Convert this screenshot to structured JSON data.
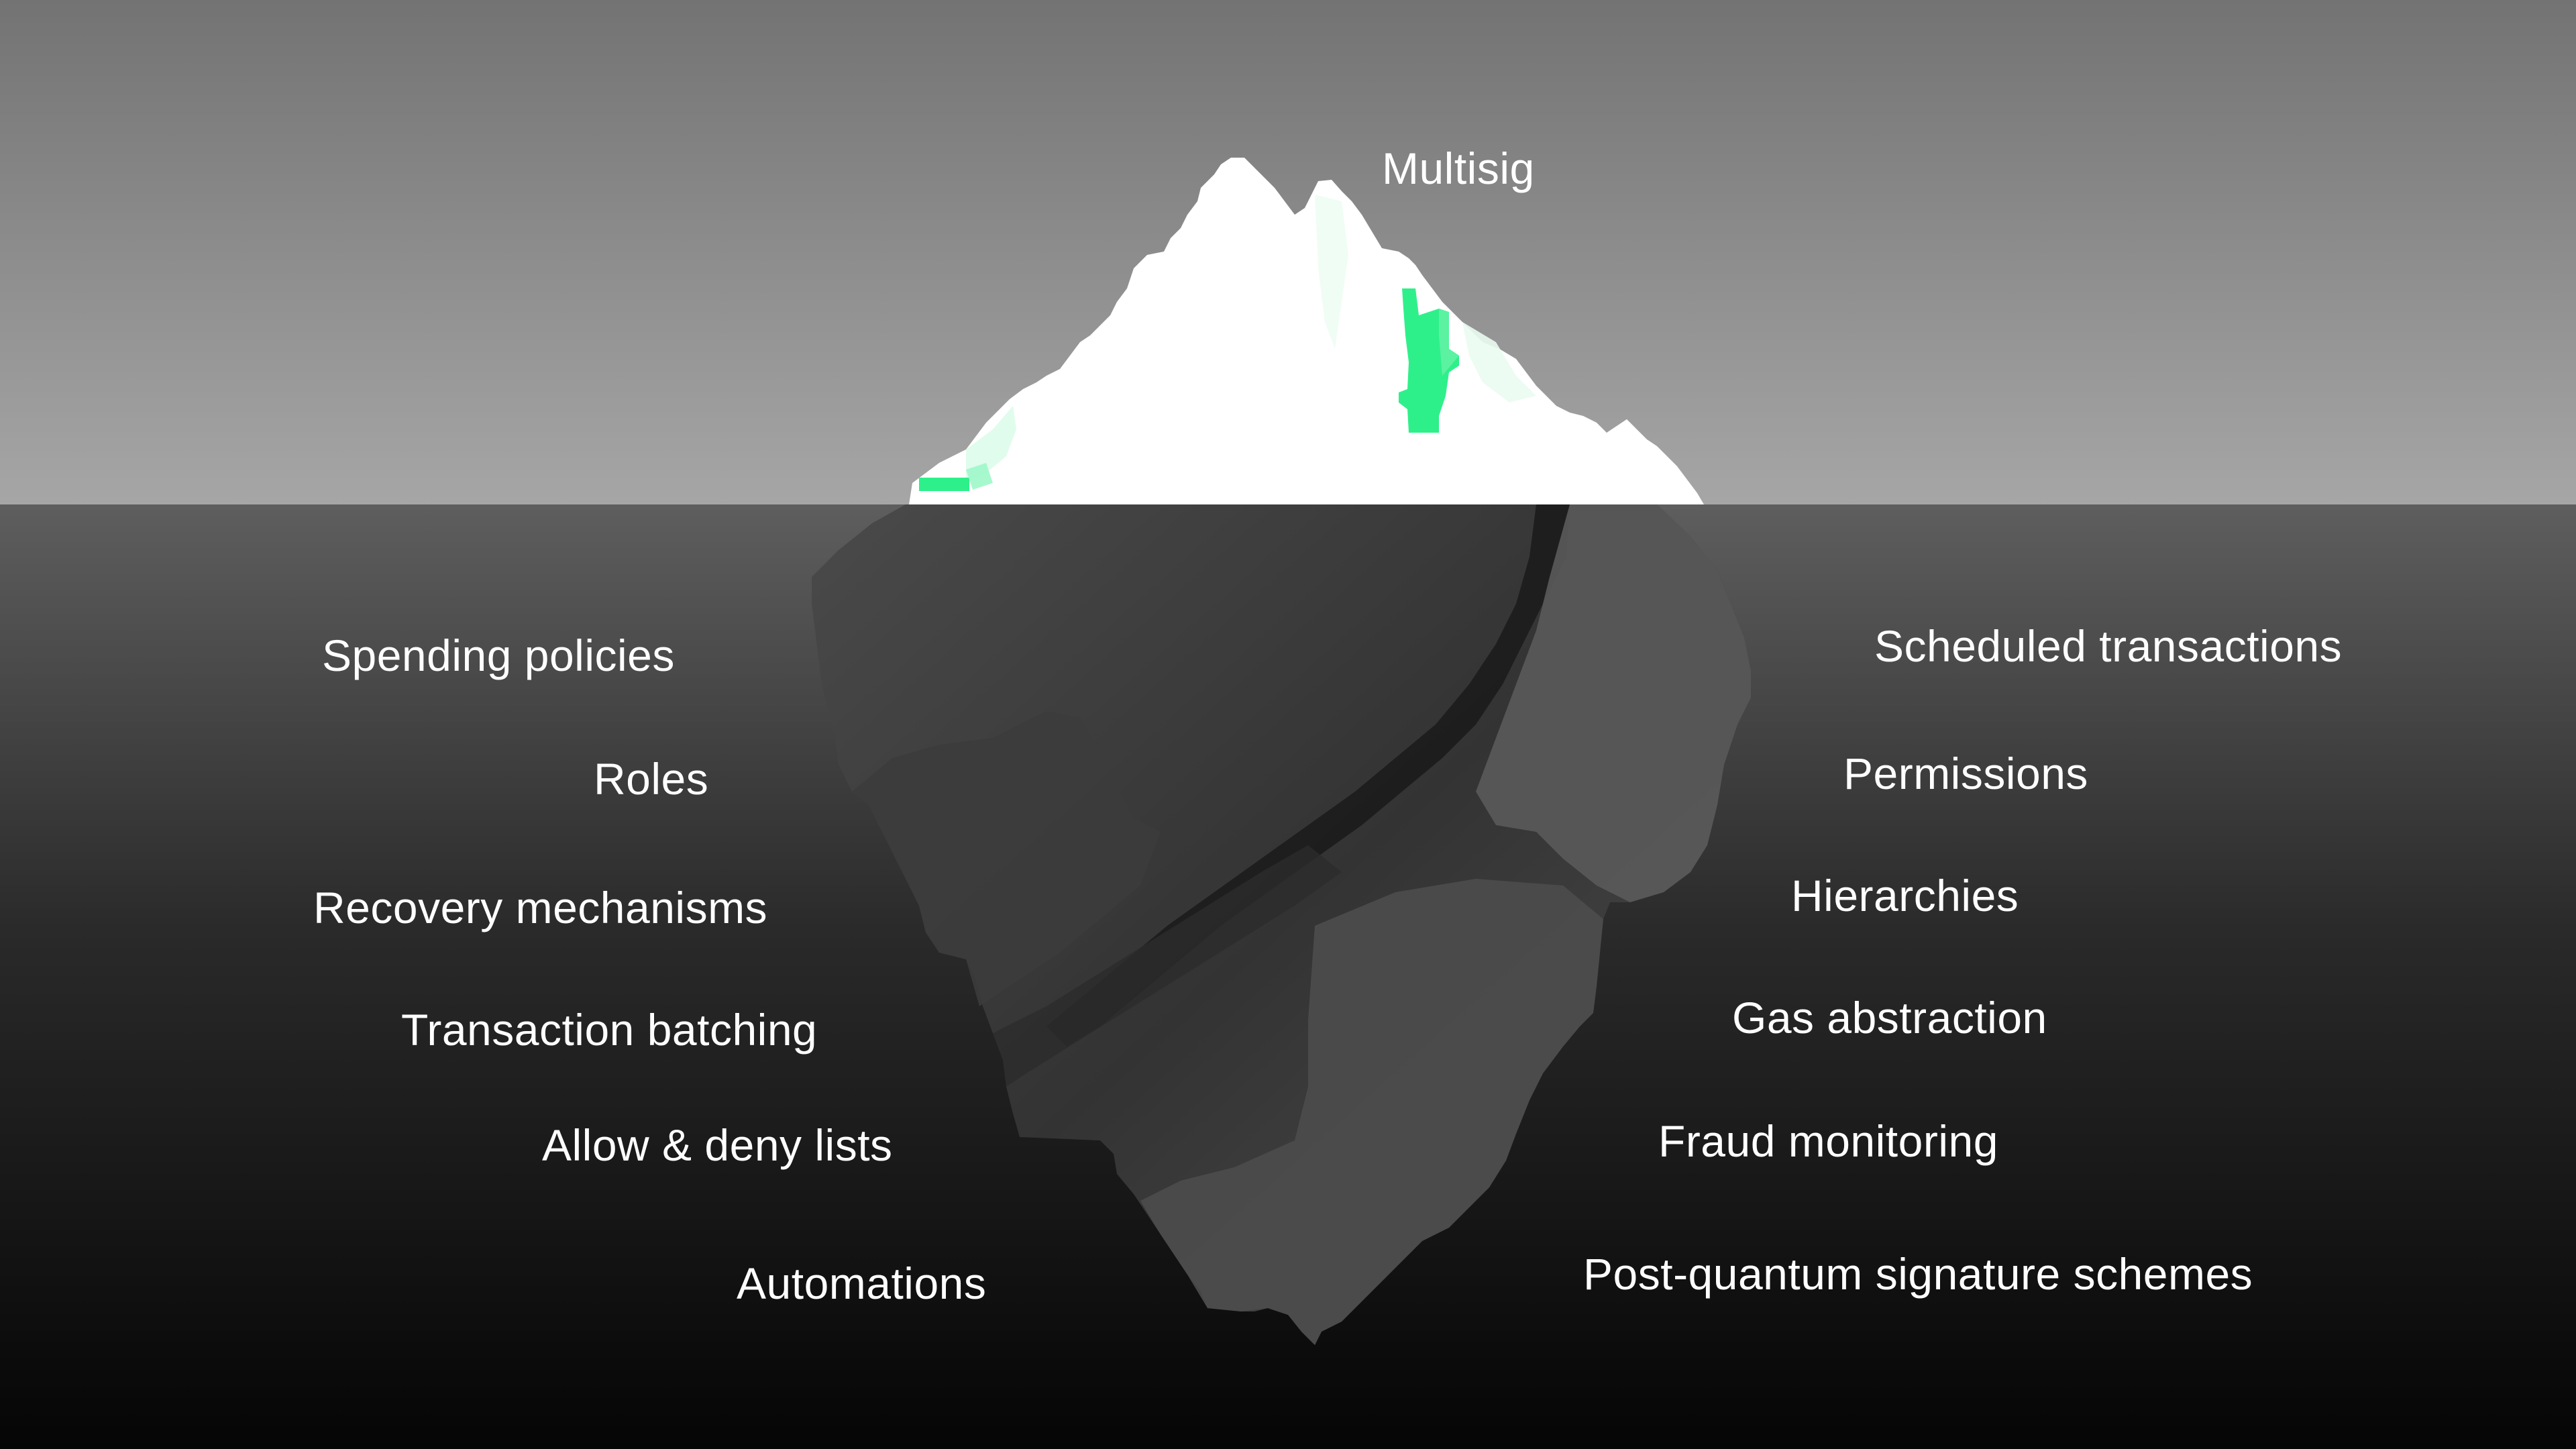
{
  "diagram": {
    "top_label": "Multisig",
    "left_labels": [
      "Spending policies",
      "Roles",
      "Recovery mechanisms",
      "Transaction batching",
      "Allow & deny lists",
      "Automations"
    ],
    "right_labels": [
      "Scheduled transactions",
      "Permissions",
      "Hierarchies",
      "Gas abstraction",
      "Fraud monitoring",
      "Post-quantum signature schemes"
    ],
    "colors": {
      "sky_top": "#737373",
      "sky_bottom": "#a6a6a6",
      "water_top": "#5e5e5e",
      "water_bottom": "#050505",
      "iceberg_tip": "#ffffff",
      "accent_green": "#2ef08a",
      "label_text": "#ffffff"
    }
  }
}
